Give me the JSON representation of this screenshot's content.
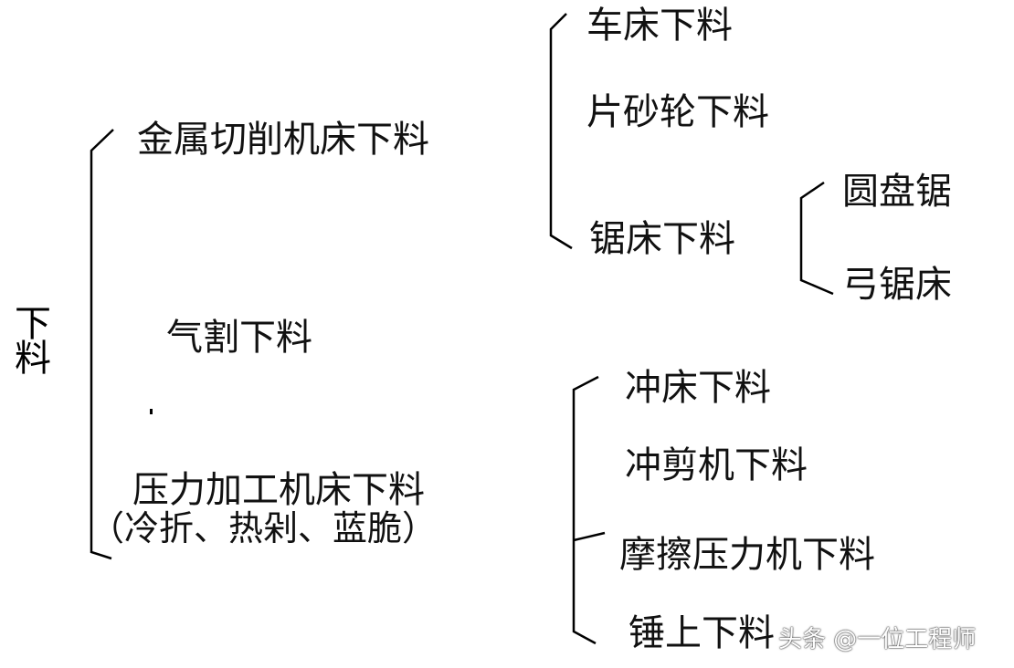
{
  "diagram": {
    "type": "tree-brace",
    "root": {
      "label": "下料"
    },
    "level1": [
      {
        "label": "金属切削机床下料",
        "children": [
          {
            "label": "车床下料"
          },
          {
            "label": "片砂轮下料"
          },
          {
            "label": "锯床下料",
            "children": [
              {
                "label": "圆盘锯"
              },
              {
                "label": "弓锯床"
              }
            ]
          }
        ]
      },
      {
        "label": "气割下料"
      },
      {
        "label": "压力加工机床下料",
        "sublabel": "（冷折、热剁、蓝脆）",
        "children": [
          {
            "label": "冲床下料"
          },
          {
            "label": "冲剪机下料"
          },
          {
            "label": "摩擦压力机下料"
          },
          {
            "label": "锤上下料"
          }
        ]
      }
    ]
  },
  "watermark": "头条 @一位工程师",
  "colors": {
    "line": "#000000",
    "text": "#111111",
    "background": "#ffffff"
  }
}
